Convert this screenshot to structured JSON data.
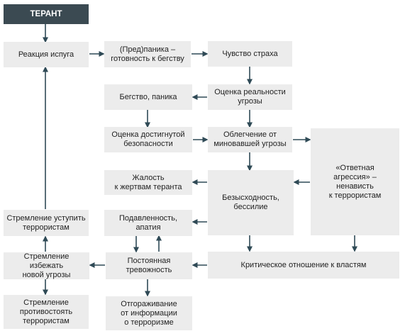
{
  "colors": {
    "box_fill": "#ececec",
    "header_fill": "#3b4a52",
    "arrow": "#2f4a56",
    "text": "#1f1f1f"
  },
  "nodes": {
    "terant": "ТЕРАНТ",
    "fear_reaction": "Реакция испуга",
    "pre_panic": "(Пред)паника –\nготовность к бегству",
    "feeling_fear": "Чувство страха",
    "flight_panic": "Бегство, паника",
    "assess_reality": "Оценка реальности\nугрозы",
    "assess_safety": "Оценка достигнутой\nбезопасности",
    "relief": "Облегчение от\nминовавшей угрозы",
    "retaliatory_aggression": "«Ответная\nагрессия» –\nненависть\nк террористам",
    "pity": "Жалость\nк жертвам теранта",
    "hopelessness": "Безысходность,\nбессилие",
    "urge_yield": "Стремление уступить\nтеррористам",
    "depression_apathy": "Подавленность,\nапатия",
    "urge_avoid": "Стремление избежать\nновой угрозы",
    "constant_anxiety": "Постоянная\nтревожность",
    "critical_attitude": "Критическое отношение к властям",
    "urge_resist": "Стремление\nпротивостоять\nтеррористам",
    "info_isolation": "Отгораживание\nот информации\nо терроризме"
  }
}
